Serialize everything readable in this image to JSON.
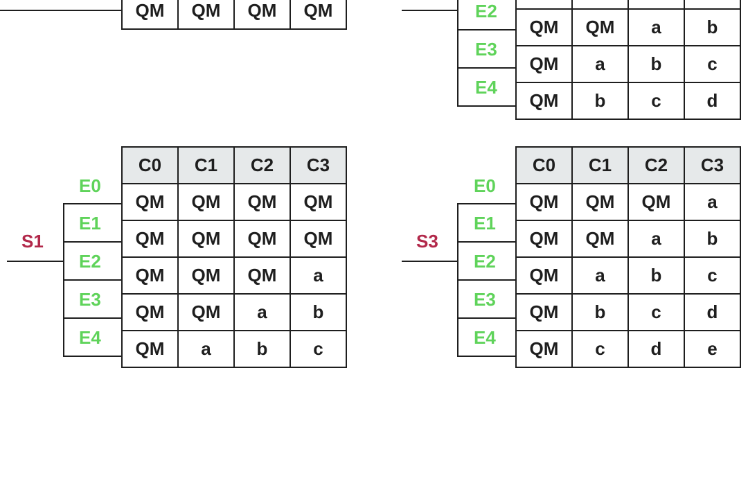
{
  "diagrams": {
    "top_left": {
      "row": [
        "QM",
        "QM",
        "QM",
        "QM"
      ]
    },
    "top_right": {
      "edges": [
        "E2",
        "E3",
        "E4"
      ],
      "rows": [
        [
          "QM",
          "QM",
          "a",
          "b"
        ],
        [
          "QM",
          "a",
          "b",
          "c"
        ],
        [
          "QM",
          "b",
          "c",
          "d"
        ]
      ]
    },
    "s1": {
      "state": "S1",
      "headers": [
        "C0",
        "C1",
        "C2",
        "C3"
      ],
      "edges": [
        "E0",
        "E1",
        "E2",
        "E3",
        "E4"
      ],
      "rows": [
        [
          "QM",
          "QM",
          "QM",
          "QM"
        ],
        [
          "QM",
          "QM",
          "QM",
          "QM"
        ],
        [
          "QM",
          "QM",
          "QM",
          "a"
        ],
        [
          "QM",
          "QM",
          "a",
          "b"
        ],
        [
          "QM",
          "a",
          "b",
          "c"
        ]
      ]
    },
    "s3": {
      "state": "S3",
      "headers": [
        "C0",
        "C1",
        "C2",
        "C3"
      ],
      "edges": [
        "E0",
        "E1",
        "E2",
        "E3",
        "E4"
      ],
      "rows": [
        [
          "QM",
          "QM",
          "QM",
          "a"
        ],
        [
          "QM",
          "QM",
          "a",
          "b"
        ],
        [
          "QM",
          "a",
          "b",
          "c"
        ],
        [
          "QM",
          "b",
          "c",
          "d"
        ],
        [
          "QM",
          "c",
          "d",
          "e"
        ]
      ]
    }
  }
}
